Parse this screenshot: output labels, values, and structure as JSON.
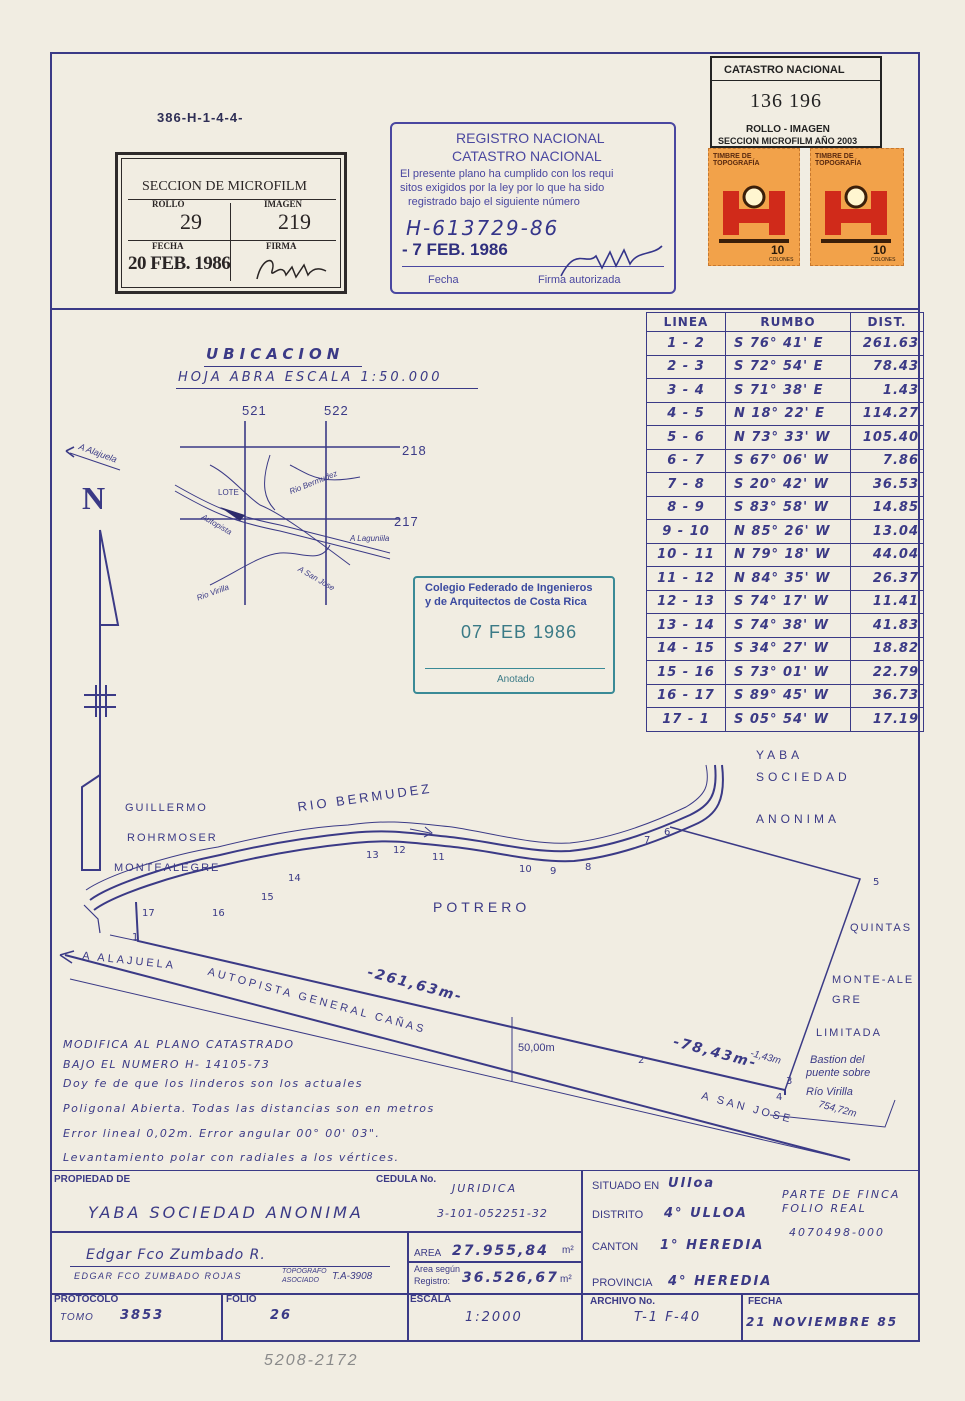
{
  "header": {
    "ref_code": "386-H-1-4-4-",
    "microfilm": {
      "title": "SECCION DE MICROFILM",
      "rollo_label": "ROLLO",
      "rollo_value": "29",
      "imagen_label": "IMAGEN",
      "imagen_value": "219",
      "fecha_label": "FECHA",
      "fecha_value": "20 FEB. 1986",
      "firma_label": "FIRMA"
    },
    "registro": {
      "line1": "REGISTRO NACIONAL",
      "line2": "CATASTRO NACIONAL",
      "body1": "El presente plano ha cumplido con los requi",
      "body2": "sitos exigidos por la ley por lo que ha sido",
      "body3": "registrado bajo el siguiente número",
      "number": "H-613729-86",
      "date": "- 7 FEB. 1986",
      "fecha_label": "Fecha",
      "firma_label": "Firma autorizada"
    },
    "catastro": {
      "title": "CATASTRO NACIONAL",
      "number": "136 196",
      "rollo_label": "ROLLO - IMAGEN",
      "section": "SECCION MICROFILM AÑO 2003"
    },
    "stamps": {
      "label": "TIMBRE DE TOPOGRAFÍA",
      "value": "10",
      "unit": "COLONES"
    }
  },
  "table": {
    "headers": [
      "LINEA",
      "RUMBO",
      "DIST."
    ],
    "rows": [
      [
        "1 - 2",
        "S 76° 41' E",
        "261.63"
      ],
      [
        "2 - 3",
        "S 72° 54' E",
        "78.43"
      ],
      [
        "3 - 4",
        "S 71° 38' E",
        "1.43"
      ],
      [
        "4 - 5",
        "N 18° 22' E",
        "114.27"
      ],
      [
        "5 - 6",
        "N 73° 33' W",
        "105.40"
      ],
      [
        "6 - 7",
        "S 67° 06' W",
        "7.86"
      ],
      [
        "7 - 8",
        "S 20° 42' W",
        "36.53"
      ],
      [
        "8 - 9",
        "S 83° 58' W",
        "14.85"
      ],
      [
        "9 - 10",
        "N 85° 26' W",
        "13.04"
      ],
      [
        "10 - 11",
        "N 79° 18' W",
        "44.04"
      ],
      [
        "11 - 12",
        "N 84° 35' W",
        "26.37"
      ],
      [
        "12 - 13",
        "S 74° 17' W",
        "11.41"
      ],
      [
        "13 - 14",
        "S 74° 38' W",
        "41.83"
      ],
      [
        "14 - 15",
        "S 34° 27' W",
        "18.82"
      ],
      [
        "15 - 16",
        "S 73° 01' W",
        "22.79"
      ],
      [
        "16 - 17",
        "S 89° 45' W",
        "36.73"
      ],
      [
        "17 - 1",
        "S 05° 54' W",
        "17.19"
      ]
    ]
  },
  "ubicacion": {
    "title": "UBICACION",
    "subtitle": "HOJA ABRA ESCALA 1:50.000",
    "grid_top_1": "521",
    "grid_top_2": "522",
    "grid_right_1": "218",
    "grid_right_2": "217",
    "lote": "LOTE",
    "rio_bermudez": "Rio Bermudez",
    "autopista": "Autopista",
    "a_laguna": "A Laguniila",
    "a_san_jose": "A San Jose",
    "rio_virilla": "Rio Virilla",
    "a_alajuela": "A Alajuela",
    "north": "N"
  },
  "colegio": {
    "line1": "Colegio Federado de Ingenieros",
    "line2": "y de Arquitectos de Costa Rica",
    "date": "07 FEB 1986",
    "anotado": "Anotado"
  },
  "plan": {
    "yaba1": "YABA",
    "yaba2": "SOCIEDAD",
    "yaba3": "ANONIMA",
    "guillermo1": "GUILLERMO",
    "guillermo2": "ROHRMOSER",
    "guillermo3": "MONTEALEGRE",
    "rio": "RIO BERMUDEZ",
    "potrero": "POTRERO",
    "quintas1": "QUINTAS",
    "quintas2": "MONTE-ALE",
    "quintas3": "GRE",
    "quintas4": "LIMITADA",
    "bastion1": "Bastion del",
    "bastion2": "puente sobre",
    "bastion3": "Río Virilla",
    "a_alajuela": "A ALAJUELA",
    "autopista": "AUTOPISTA GENERAL CAÑAS",
    "dist1": "-261,63m-",
    "dist2": "-78,43m-",
    "dist3": "-1,43m",
    "dist4": "754,72m",
    "width": "50,00m",
    "a_san_jose": "A SAN JOSE",
    "points": [
      "1",
      "2",
      "3",
      "4",
      "5",
      "6",
      "7",
      "8",
      "9",
      "10",
      "11",
      "12",
      "13",
      "14",
      "15",
      "16",
      "17"
    ]
  },
  "notes": {
    "n1": "MODIFICA AL PLANO CATASTRADO",
    "n2": "BAJO EL NUMERO H- 14105-73",
    "n3": "Doy fe de que los linderos son los actuales",
    "n4": "Poligonal Abierta. Todas las distancias son en metros",
    "n5": "Error lineal 0,02m. Error angular 00° 00' 03\".",
    "n6": "Levantamiento polar con radiales a los vértices."
  },
  "footer": {
    "propiedad_label": "PROPIEDAD DE",
    "propiedad_value": "YABA SOCIEDAD ANONIMA",
    "cedula_label": "CEDULA No.",
    "cedula_type": "JURIDICA",
    "cedula_value": "3-101-052251-32",
    "situado_label": "SITUADO EN",
    "situado_value": "Ulloa",
    "distrito_label": "DISTRITO",
    "distrito_value": "4° ULLOA",
    "canton_label": "CANTON",
    "canton_value": "1° HEREDIA",
    "provincia_label": "PROVINCIA",
    "provincia_value": "4° HEREDIA",
    "finca1": "PARTE DE FINCA",
    "finca2": "FOLIO REAL",
    "finca_value": "4070498-000",
    "topografo_sig": "Edgar Fco Zumbado R.",
    "topografo_name": "EDGAR FCO ZUMBADO ROJAS",
    "topografo_title1": "TOPOGRAFO",
    "topografo_title2": "ASOCIADO",
    "topografo_code": "T.A-3908",
    "area_label": "AREA",
    "area_value": "27.955,84",
    "area_unit": "m²",
    "area_reg_label1": "Area según",
    "area_reg_label2": "Registro:",
    "area_reg_value": "36.526,67",
    "area_reg_unit": "m²",
    "protocolo_label": "PROTOCOLO",
    "tomo_label": "TOMO",
    "tomo_value": "3853",
    "folio_label": "FOLIO",
    "folio_value": "26",
    "escala_label": "ESCALA",
    "escala_value": "1:2000",
    "archivo_label": "ARCHIVO No.",
    "archivo_value": "T-1 F-40",
    "fecha_label": "FECHA",
    "fecha_value": "21 NOVIEMBRE 85",
    "bottom_code": "5208-2172"
  }
}
